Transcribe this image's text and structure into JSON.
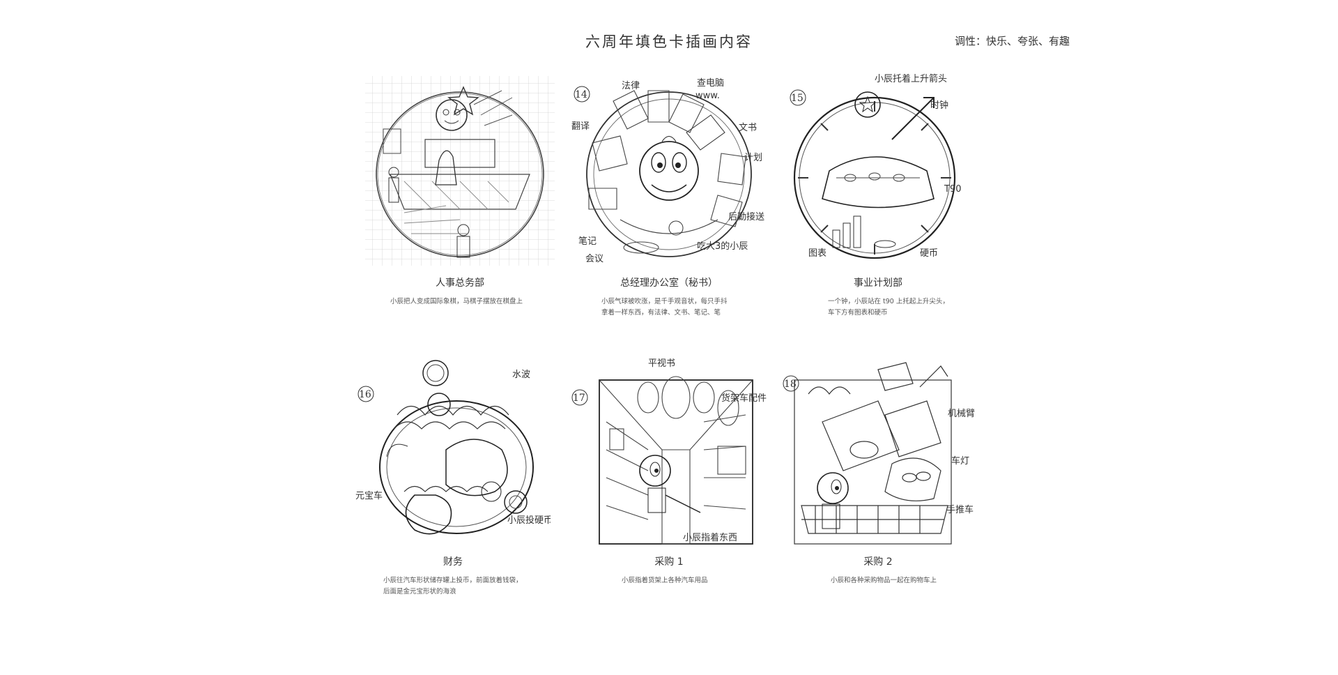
{
  "header": {
    "title": "六周年填色卡插画内容",
    "tone": "调性：快乐、夸张、有趣"
  },
  "cards": [
    {
      "title": "人事总务部",
      "desc": [
        "小辰把人变成国际象棋，马棋子摆放在棋盘上"
      ],
      "number": "",
      "notes": []
    },
    {
      "title": "总经理办公室（秘书）",
      "desc": [
        "小辰气球被吹涨，是千手观音状，每只手抖",
        "拿着一样东西，有法律、文书、笔记、笔"
      ],
      "number": "14",
      "notes": [
        "法律",
        "查电脑",
        "www.",
        "翻译",
        "文书",
        "计划",
        "后勤接送",
        "笔记",
        "吃大3的小辰",
        "会议"
      ]
    },
    {
      "title": "事业计划部",
      "desc": [
        "一个钟，小辰站在 t90 上托起上升尖头，",
        "车下方有图表和硬币"
      ],
      "number": "15",
      "notes": [
        "小辰托着上升箭头",
        "时钟",
        "T90",
        "图表",
        "硬币"
      ]
    },
    {
      "title": "财务",
      "desc": [
        "小辰往汽车形状储存罐上投币，前面放着钱袋，",
        "后面是金元宝形状的海浪"
      ],
      "number": "16",
      "notes": [
        "水波",
        "元宝车",
        "小辰投硬币"
      ]
    },
    {
      "title": "采购 1",
      "desc": [
        "小辰指着货架上各种汽车用品"
      ],
      "number": "17",
      "notes": [
        "平视书",
        "货架车配件",
        "小辰指着东西"
      ]
    },
    {
      "title": "采购 2",
      "desc": [
        "小辰和各种采购物品一起在购物车上"
      ],
      "number": "18",
      "notes": [
        "机械臂",
        "车灯",
        "手推车"
      ]
    }
  ]
}
